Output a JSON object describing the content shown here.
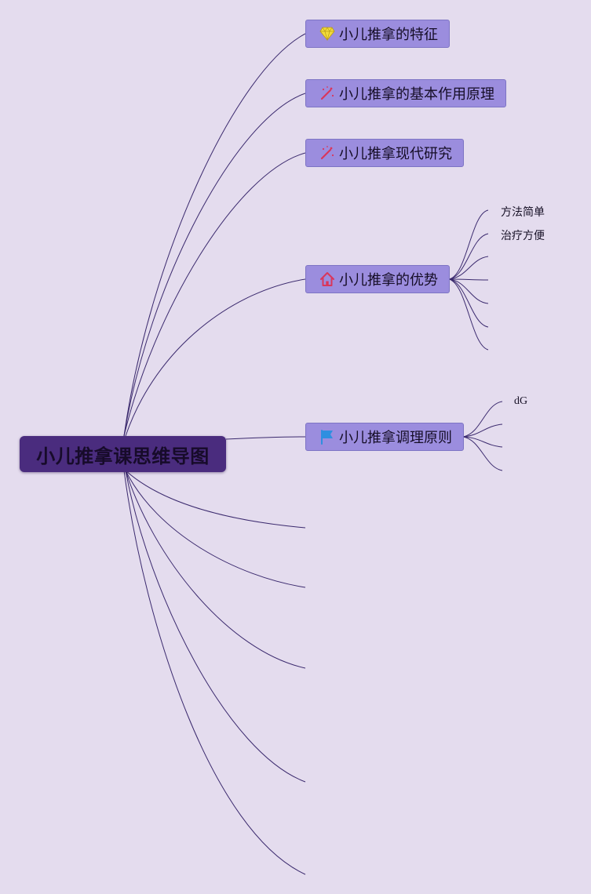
{
  "root": {
    "label": "小儿推拿课思维导图"
  },
  "topics": [
    {
      "label": "小儿推拿的特征",
      "icon": "diamond-icon",
      "icon_color": "#f2dc3a"
    },
    {
      "label": "小儿推拿的基本作用原理",
      "icon": "magic-wand-icon",
      "icon_color": "#d9365c"
    },
    {
      "label": "小儿推拿现代研究",
      "icon": "magic-wand-icon",
      "icon_color": "#d9365c"
    },
    {
      "label": "小儿推拿的优势",
      "icon": "house-icon",
      "icon_color": "#d9365c"
    },
    {
      "label": "小儿推拿调理原则",
      "icon": "flag-icon",
      "icon_color": "#2f8fe0"
    }
  ],
  "advantages_children": [
    "方法简单",
    "治疗方便"
  ],
  "principles_children": [
    "dG"
  ],
  "colors": {
    "background": "#e4dcee",
    "root_fill": "#4a2c7e",
    "topic_fill": "#9b8dde",
    "connector": "#3b2a6e"
  }
}
